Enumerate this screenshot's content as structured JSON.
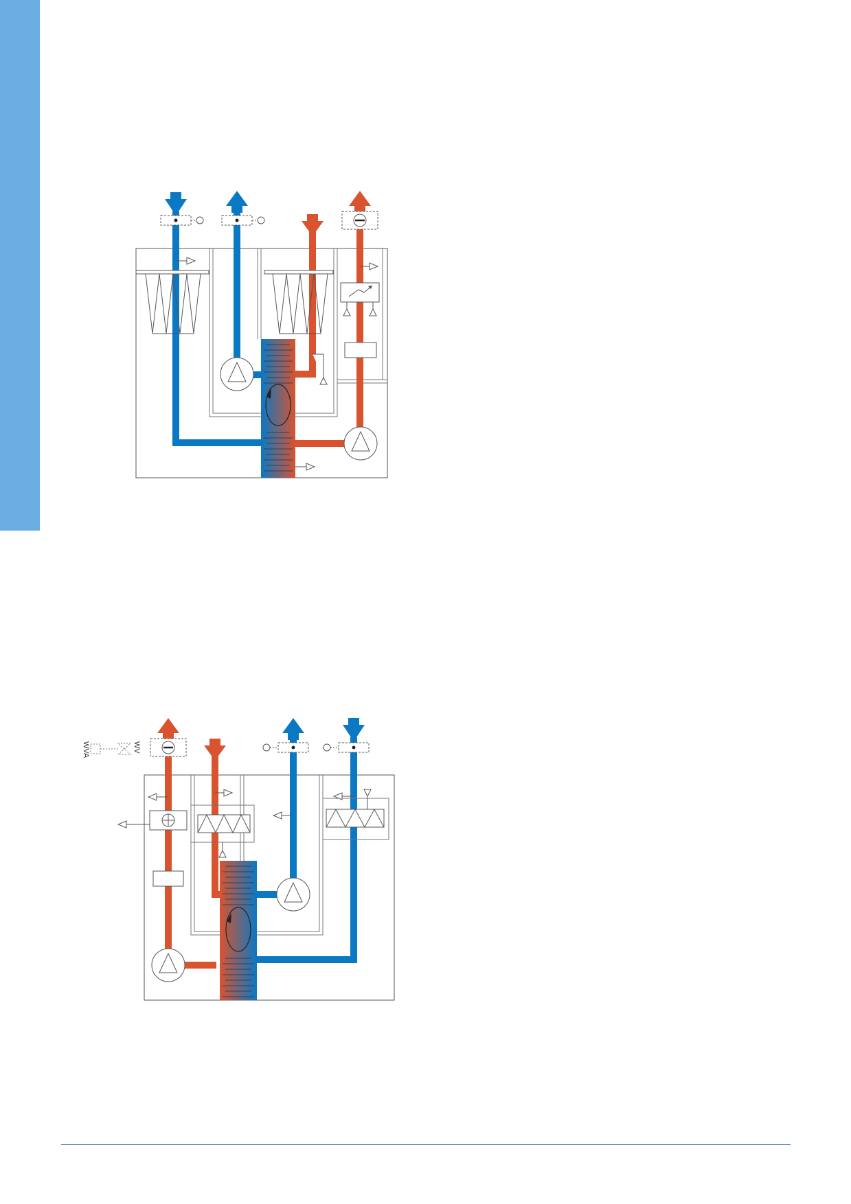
{
  "colors": {
    "accent_band": "#6aade0",
    "supply_blue": "#0a78c3",
    "exhaust_red": "#d9532e",
    "line": "#555555",
    "footer_rule": "#4a7fb5"
  },
  "diagrams": [
    {
      "id": "top",
      "type": "air-handling-unit-schematic",
      "components": [
        "rotary-heat-exchanger",
        "fan",
        "fan",
        "filter",
        "filter",
        "heater",
        "silencer",
        "damper",
        "damper",
        "damper",
        "sensor"
      ]
    },
    {
      "id": "bottom",
      "type": "air-handling-unit-schematic",
      "components": [
        "rotary-heat-exchanger",
        "fan",
        "fan",
        "filter",
        "filter",
        "water-heater",
        "silencer",
        "damper",
        "damper",
        "damper",
        "sensor"
      ],
      "valve_labels": {
        "actuator": "WVA",
        "valve": "WV"
      }
    }
  ]
}
